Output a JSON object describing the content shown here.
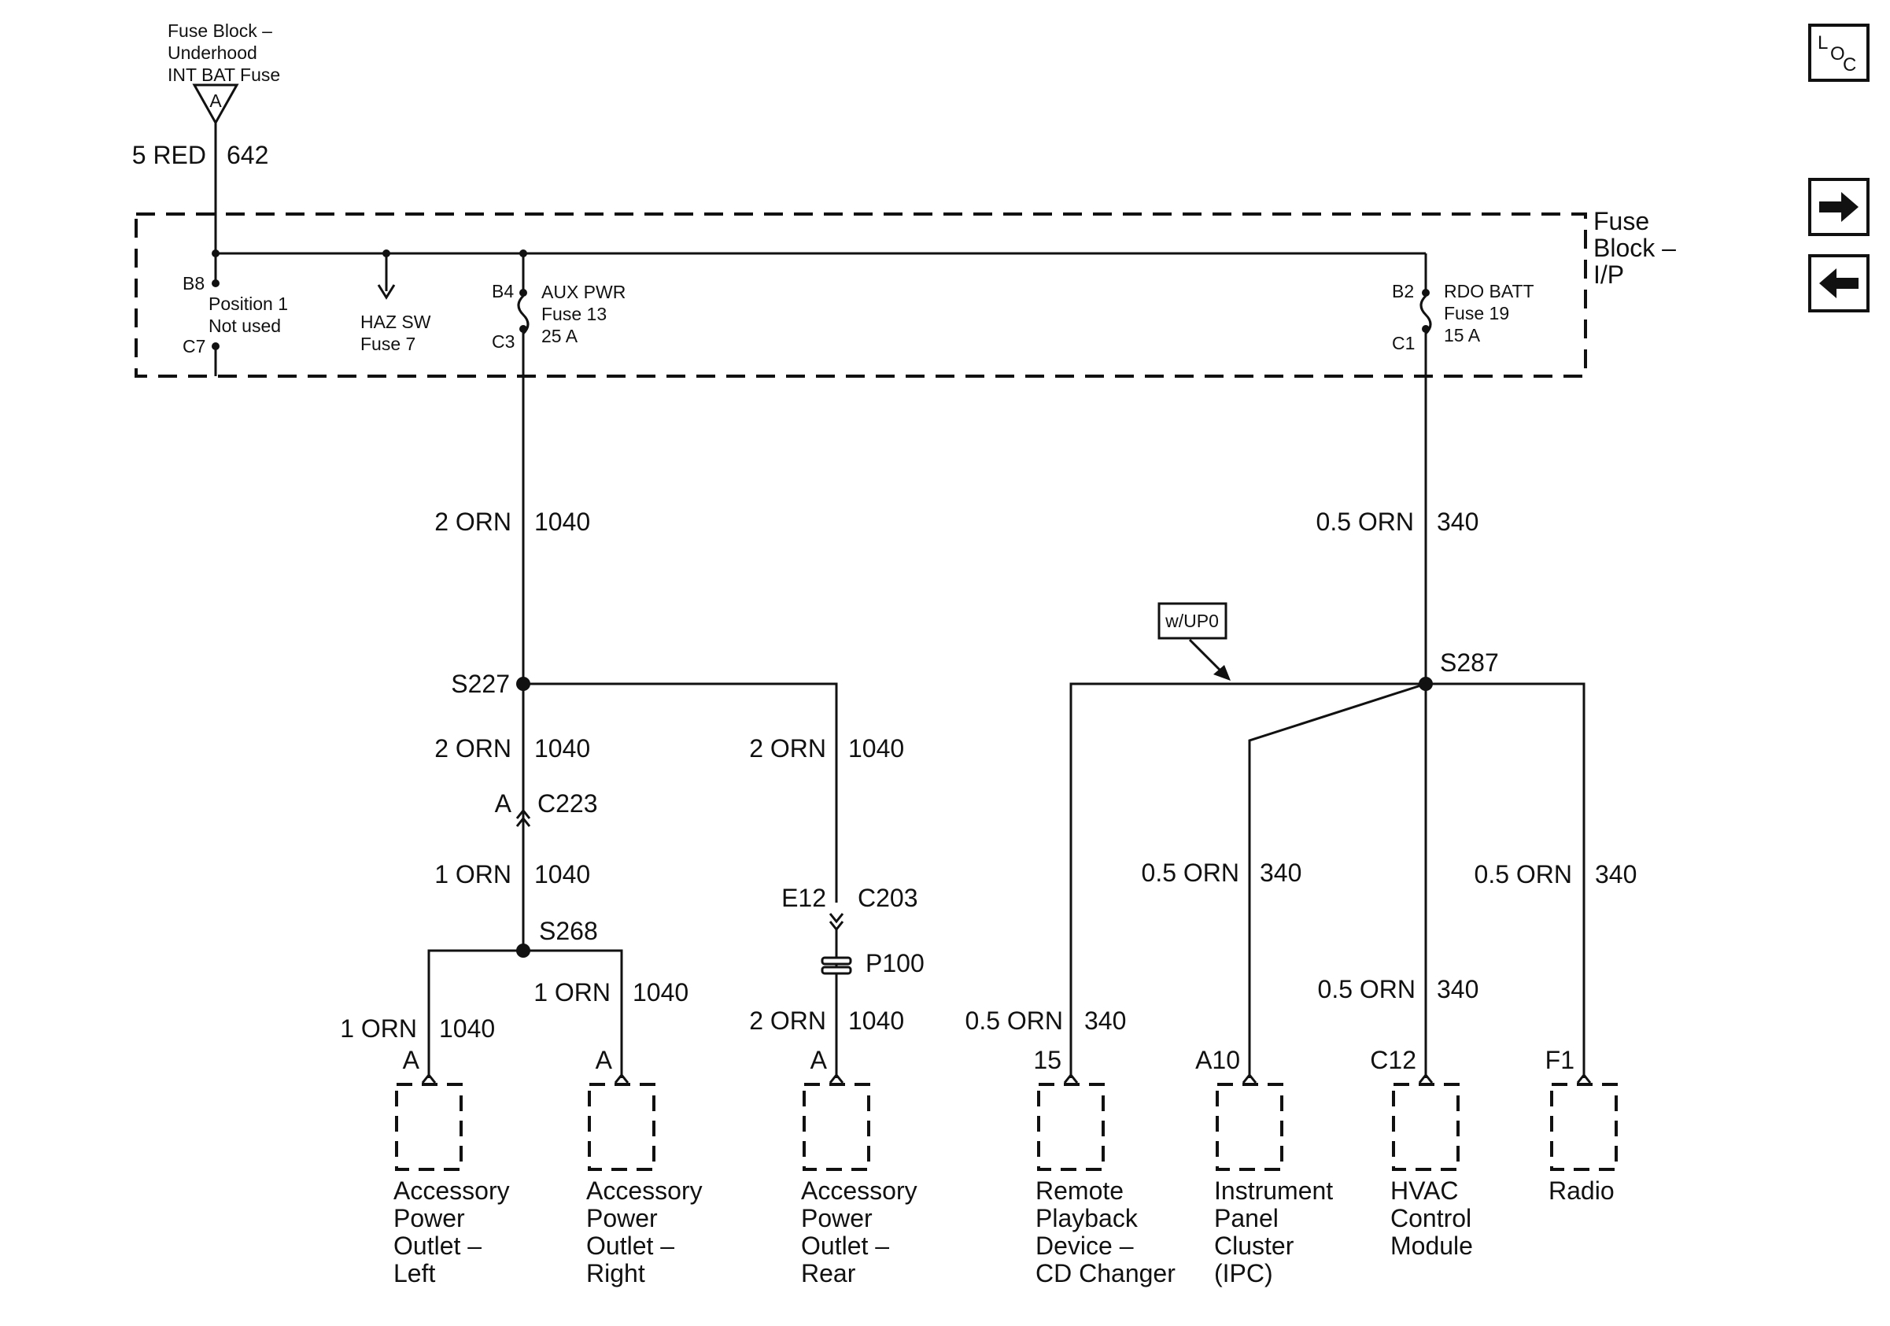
{
  "source": {
    "line1": "Fuse Block –",
    "line2": "Underhood",
    "line3": "INT BAT Fuse",
    "terminal": "A",
    "wire_size_color": "5 RED",
    "circuit": "642"
  },
  "fuse_block": {
    "line1": "Fuse",
    "line2": "Block –",
    "line3": "I/P",
    "pos1_in": "B8",
    "pos1_out": "C7",
    "pos1_label1": "Position 1",
    "pos1_label2": "Not used",
    "haz_label1": "HAZ SW",
    "haz_label2": "Fuse 7",
    "aux_in": "B4",
    "aux_out": "C3",
    "aux_label1": "AUX PWR",
    "aux_label2": "Fuse 13",
    "aux_label3": "25 A",
    "rdo_in": "B2",
    "rdo_out": "C1",
    "rdo_label1": "RDO BATT",
    "rdo_label2": "Fuse 19",
    "rdo_label3": "15 A"
  },
  "left_circuit": {
    "main_wire": "2 ORN",
    "main_circuit": "1040",
    "splice1": "S227",
    "wire_to_c223": "2 ORN",
    "circuit_to_c223": "1040",
    "c223_pin": "A",
    "c223": "C223",
    "wire_to_s268": "1 ORN",
    "circuit_to_s268": "1040",
    "splice2": "S268",
    "left_wire": "1 ORN",
    "left_circuit_num": "1040",
    "right_wire": "1 ORN",
    "right_circuit_num": "1040",
    "rear_wire1": "2 ORN",
    "rear_circuit1": "1040",
    "c203_pin": "E12",
    "c203": "C203",
    "p100": "P100",
    "rear_wire2": "2 ORN",
    "rear_circuit2": "1040"
  },
  "right_circuit": {
    "main_wire": "0.5 ORN",
    "main_circuit": "340",
    "option_tag": "w/UP0",
    "splice": "S287",
    "cd_wire": "0.5 ORN",
    "cd_circuit": "340",
    "ipc_wire": "0.5 ORN",
    "ipc_circuit": "340",
    "hvac_wire": "0.5 ORN",
    "hvac_circuit": "340",
    "radio_wire": "0.5 ORN",
    "radio_circuit": "340"
  },
  "components": [
    {
      "pin": "A",
      "lines": [
        "Accessory",
        "Power",
        "Outlet –",
        "Left"
      ]
    },
    {
      "pin": "A",
      "lines": [
        "Accessory",
        "Power",
        "Outlet –",
        "Right"
      ]
    },
    {
      "pin": "A",
      "lines": [
        "Accessory",
        "Power",
        "Outlet –",
        "Rear"
      ]
    },
    {
      "pin": "15",
      "lines": [
        "Remote",
        "Playback",
        "Device –",
        "CD Changer"
      ]
    },
    {
      "pin": "A10",
      "lines": [
        "Instrument",
        "Panel",
        "Cluster",
        "(IPC)"
      ]
    },
    {
      "pin": "C12",
      "lines": [
        "HVAC",
        "Control",
        "Module"
      ]
    },
    {
      "pin": "F1",
      "lines": [
        "Radio"
      ]
    }
  ],
  "nav": {
    "loc_l": "L",
    "loc_o": "O",
    "loc_c": "C",
    "forward_icon": "arrow-right-icon",
    "back_icon": "arrow-left-icon"
  }
}
